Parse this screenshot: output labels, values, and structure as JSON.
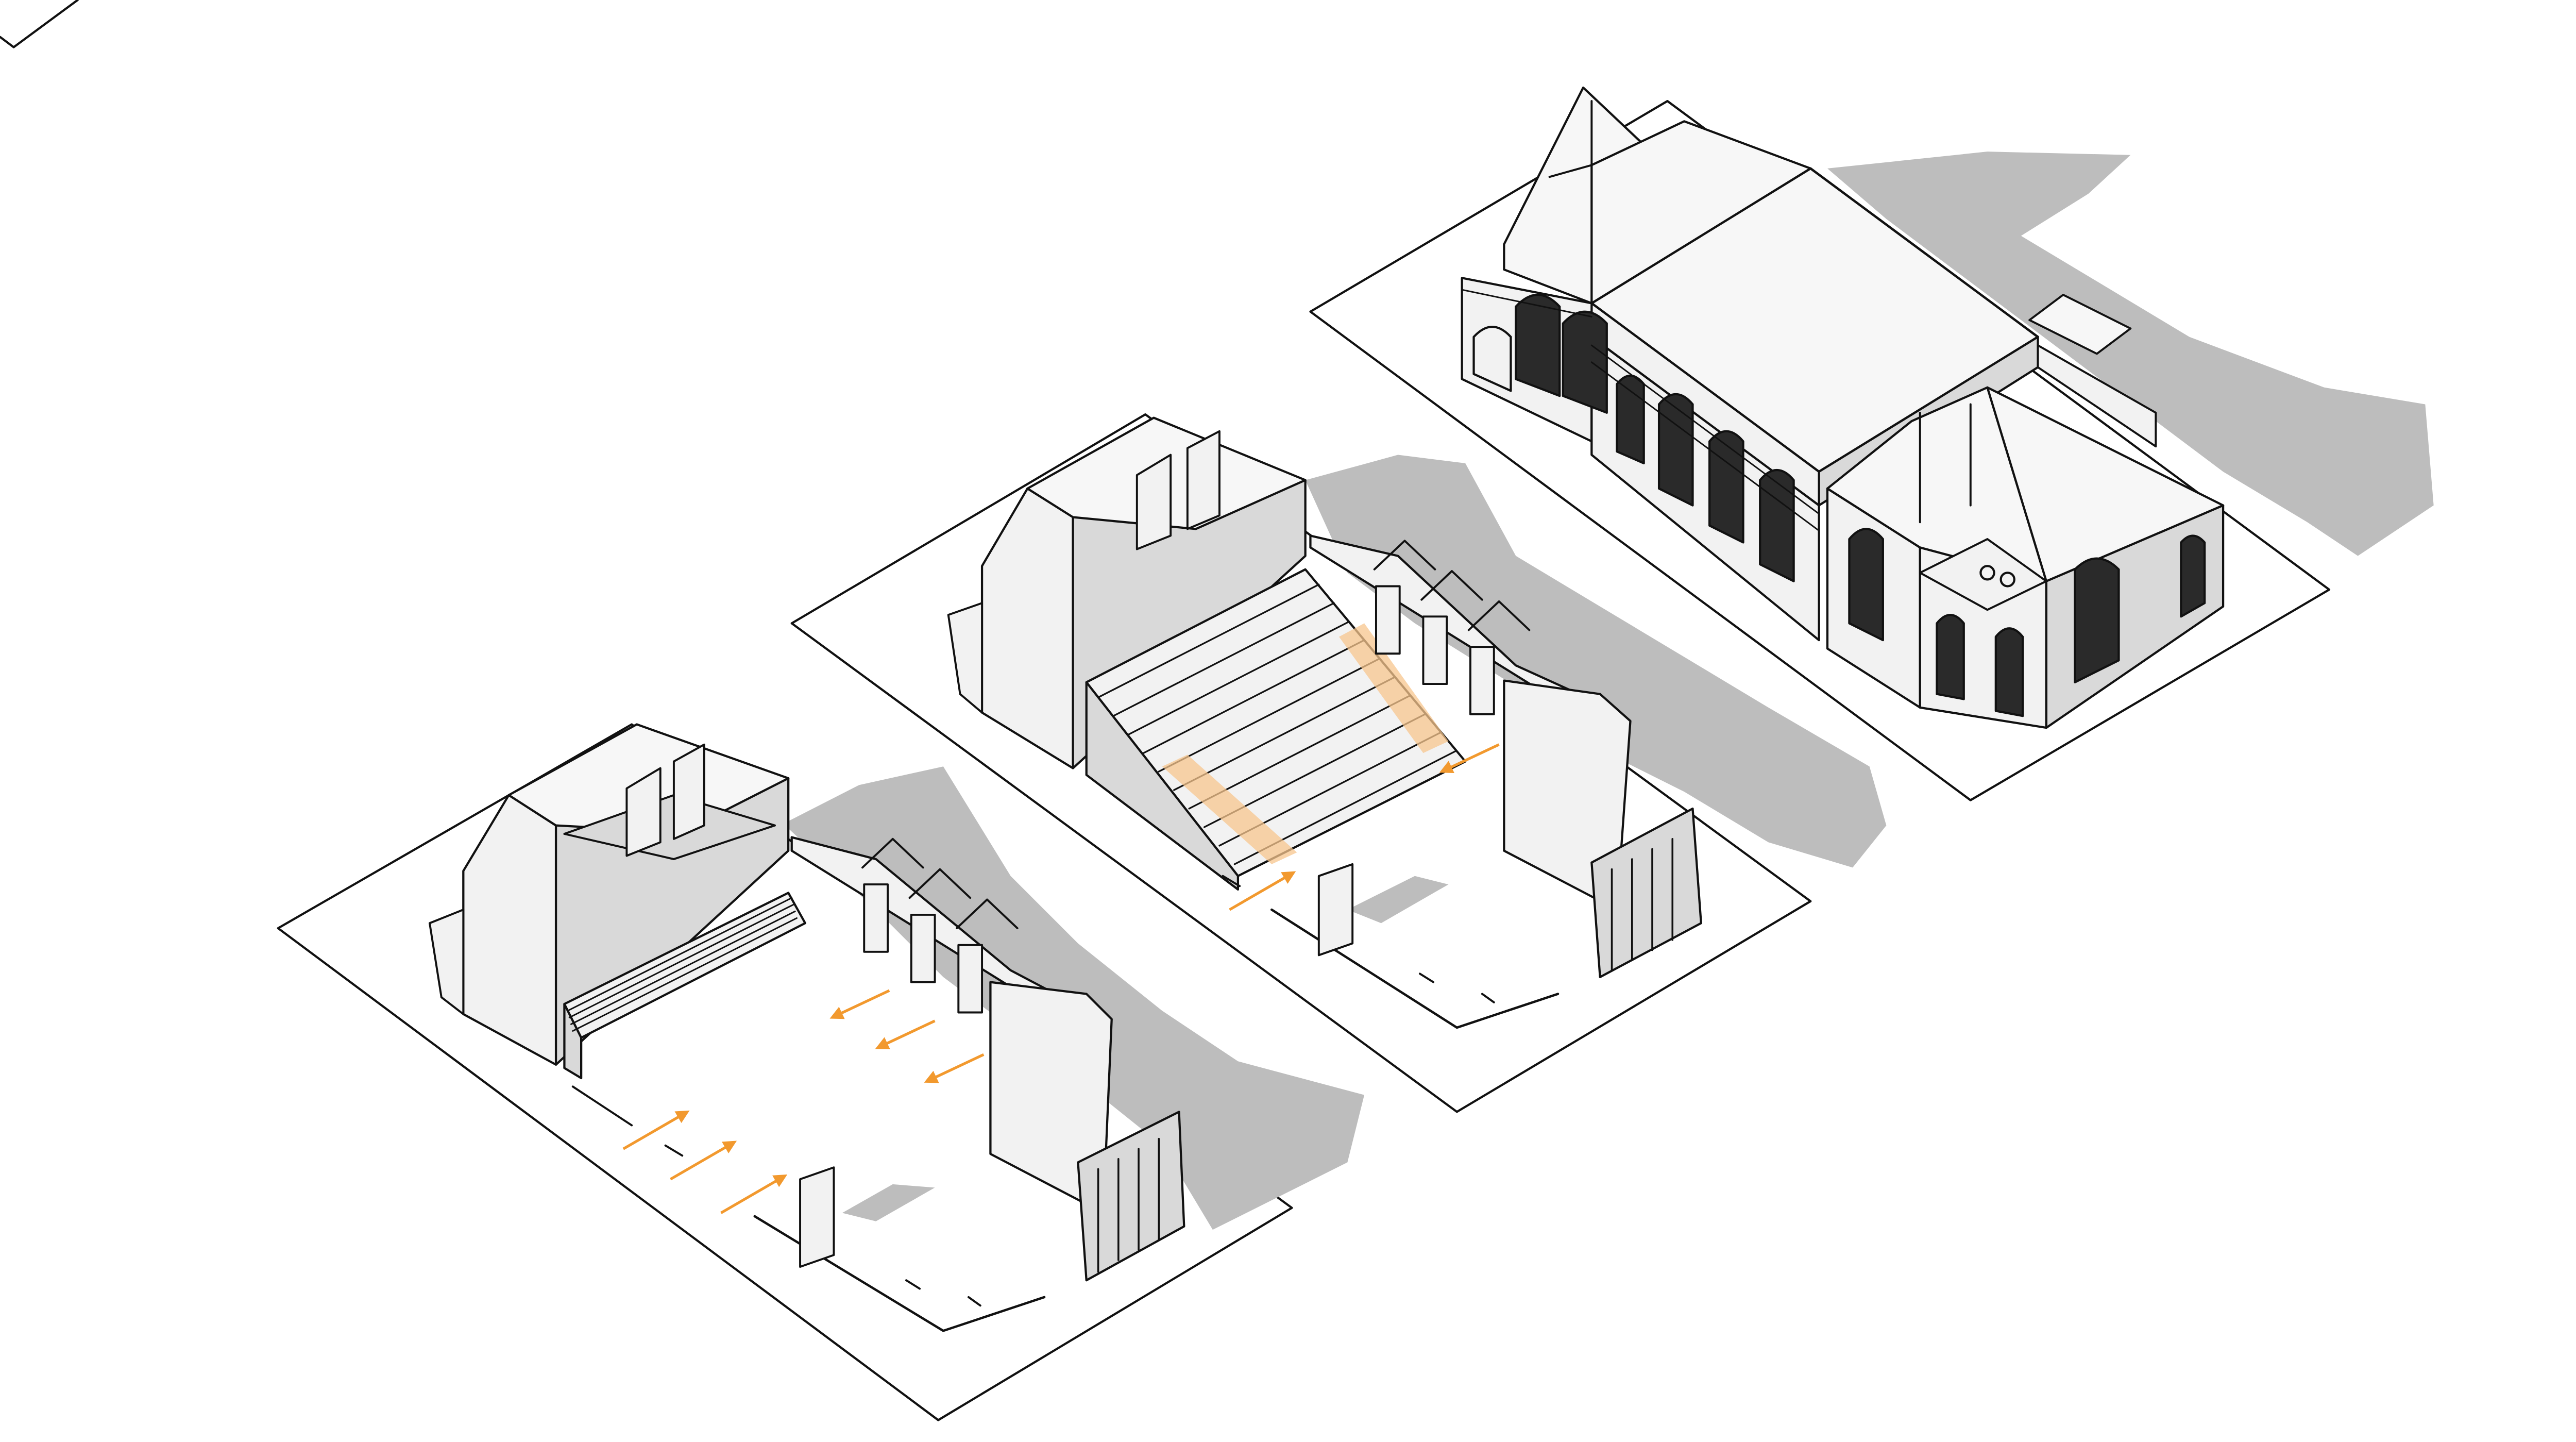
{
  "diagram": {
    "kind": "axonometric-building-diagram",
    "panels": [
      {
        "name": "flat-floor-configuration",
        "seating": "retracted",
        "circulation_arrows": 6
      },
      {
        "name": "raked-seating-configuration",
        "seating": "extended",
        "circulation_arrows": 2,
        "highlighted_aisles": 2
      },
      {
        "name": "existing-building-exterior"
      }
    ]
  },
  "colors": {
    "background": "#ffffff",
    "line": "#111111",
    "shadow": "#bdbdbd",
    "wall_shade": "#d9d9d9",
    "wall_light": "#f2f2f2",
    "roof": "#f7f7f7",
    "accent": "#f2992e",
    "accent_fill": "#f7c58e"
  }
}
